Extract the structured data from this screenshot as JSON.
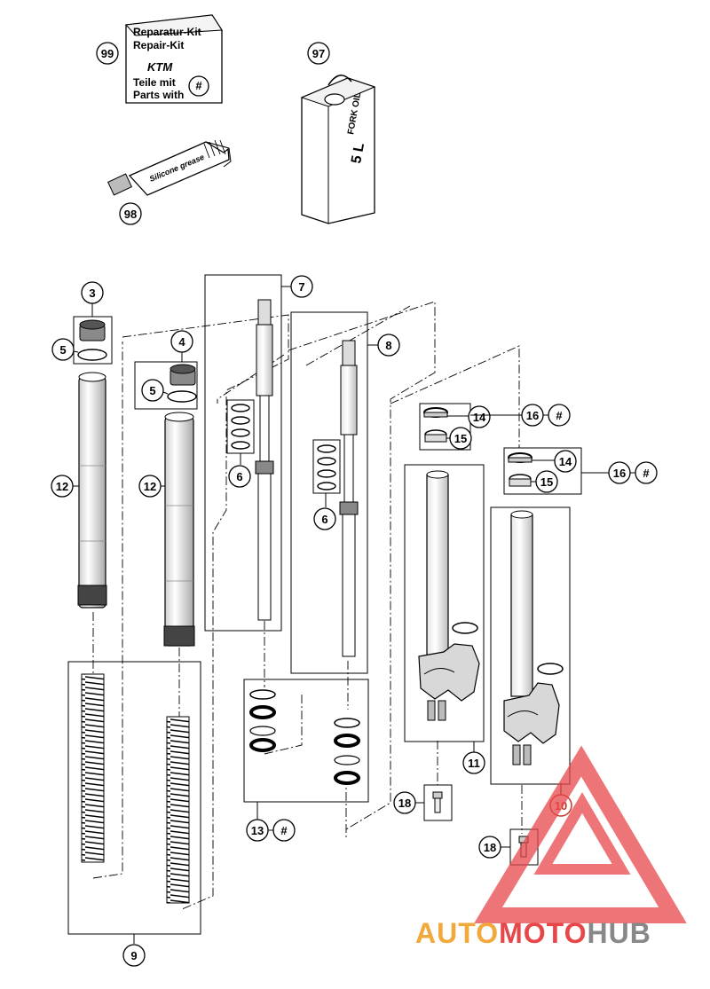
{
  "repair_kit": {
    "line1": "Reparatur-Kit",
    "line2": "Repair-Kit",
    "brand": "KTM",
    "line3": "Teile mit",
    "line4": "Parts with",
    "symbol": "#"
  },
  "fork_oil": {
    "line1": "FORK OIL",
    "line2": "5 L"
  },
  "grease": {
    "text1": "Silicone grease"
  },
  "callouts": {
    "c99": "99",
    "c97": "97",
    "c98": "98",
    "c3": "3",
    "c4": "4",
    "c5a": "5",
    "c5b": "5",
    "c7": "7",
    "c8": "8",
    "c6a": "6",
    "c6b": "6",
    "c12a": "12",
    "c12b": "12",
    "c14a": "14",
    "c15a": "15",
    "c16a": "16",
    "h16a": "#",
    "c14b": "14",
    "c15b": "15",
    "c16b": "16",
    "h16b": "#",
    "c11": "11",
    "c10": "10",
    "c18a": "18",
    "c18b": "18",
    "c13": "13",
    "h13": "#",
    "c9": "9"
  },
  "watermark": {
    "part1": "AUTO",
    "part2": "MOTO",
    "part3": "HUB"
  },
  "colors": {
    "line": "#000000",
    "watermark_red": "#e8474a",
    "watermark_orange": "#f2a93b",
    "watermark_gray": "#888888",
    "highlight": "#c0392b"
  }
}
